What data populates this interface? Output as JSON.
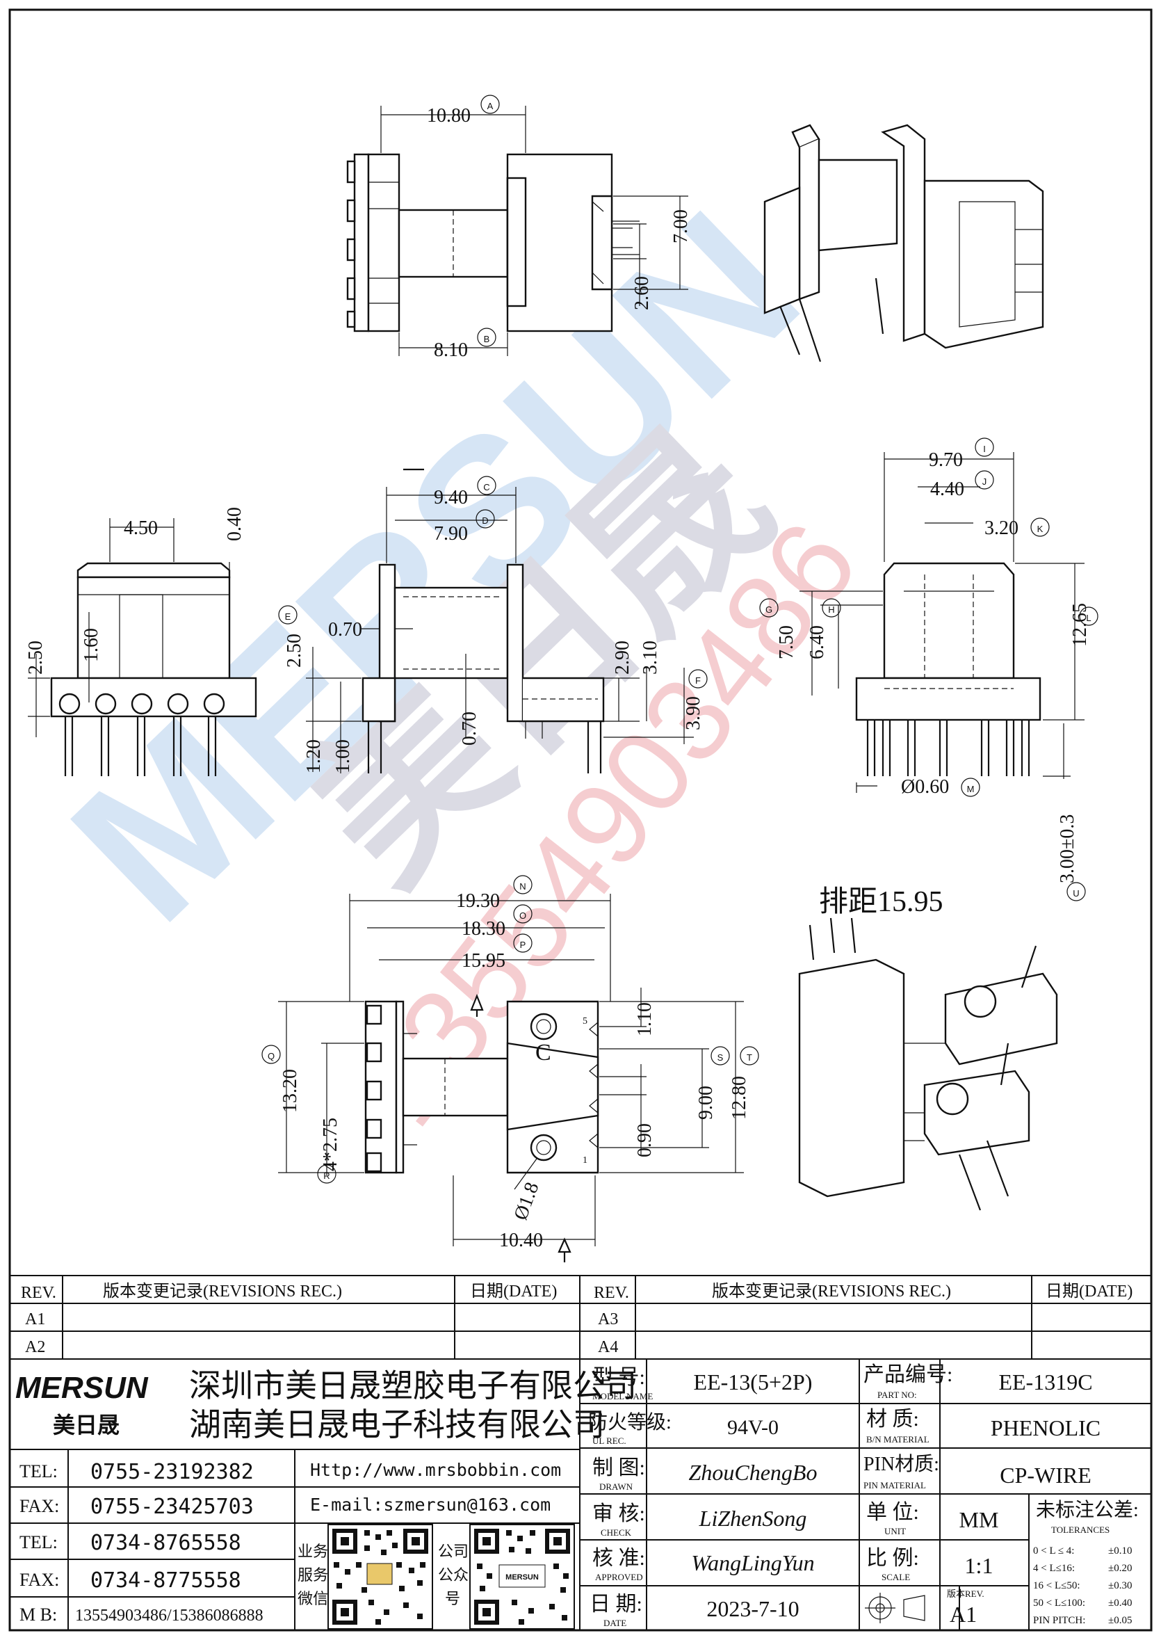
{
  "watermark": {
    "brand": "MERSUN",
    "brand_cn": "美日晟",
    "phone": "13554903486"
  },
  "top_view": {
    "dim_a": "10.80",
    "label_a": "A",
    "dim_b": "8.10",
    "label_b": "B",
    "dim_700": "7.00",
    "dim_260": "2.60"
  },
  "side_view": {
    "dim_450": "4.50",
    "dim_040": "0.40",
    "dim_250": "2.50",
    "dim_160": "1.60"
  },
  "front_view": {
    "dim_c": "9.40",
    "label_c": "C",
    "dim_d": "7.90",
    "label_d": "D",
    "dim_e": "2.50",
    "label_e": "E",
    "dim_070a": "0.70",
    "dim_070b": "0.70",
    "dim_290": "2.90",
    "dim_310": "3.10",
    "dim_390": "3.90",
    "label_f": "F",
    "dim_120": "1.20",
    "dim_100": "1.00"
  },
  "end_view": {
    "dim_i": "9.70",
    "label_i": "I",
    "dim_j": "4.40",
    "label_j": "J",
    "dim_k": "3.20",
    "label_k": "K",
    "label_g": "G",
    "dim_750": "7.50",
    "label_h": "H",
    "dim_640": "6.40",
    "dim_l": "12.65",
    "label_l": "L",
    "dim_m": "Ø0.60",
    "label_m": "M",
    "dim_u": "3.00±0.3",
    "label_u": "U"
  },
  "pitch_note": "排距15.95",
  "bottom_view": {
    "dim_n": "19.30",
    "label_n": "N",
    "dim_o": "18.30",
    "label_o": "O",
    "dim_p": "15.95",
    "label_p": "P",
    "dim_q": "13.20",
    "label_q": "Q",
    "dim_r": "4*2.75",
    "label_r": "R",
    "dim_110": "1.10",
    "dim_s": "9.00",
    "label_s": "S",
    "dim_t": "12.80",
    "label_t": "T",
    "dim_090": "0.90",
    "dim_18": "Ø1.8",
    "dim_1040": "10.40",
    "pin5": "5",
    "pin1": "1",
    "mark_c": "C"
  },
  "rev_left": {
    "rev_header": "REV.",
    "rec_header": "版本变更记录(REVISIONS REC.)",
    "date_header": "日期(DATE)",
    "rows": [
      "A1",
      "A2"
    ]
  },
  "rev_right": {
    "rev_header": "REV.",
    "rec_header": "版本变更记录(REVISIONS REC.)",
    "date_header": "日期(DATE)",
    "rows": [
      "A3",
      "A4"
    ]
  },
  "company": {
    "logo": "MERSUN",
    "logo_cn": "美日晟",
    "name1": "深圳市美日晟塑胶电子有限公司",
    "name2": "湖南美日晟电子科技有限公司",
    "tel1_label": "TEL:",
    "tel1": "0755-23192382",
    "fax1_label": "FAX:",
    "fax1": "0755-23425703",
    "tel2_label": "TEL:",
    "tel2": "0734-8765558",
    "fax2_label": "FAX:",
    "fax2": "0734-8775558",
    "mb_label": "M B:",
    "mb": "13554903486/15386086888",
    "web": "Http://www.mrsbobbin.com",
    "email": "E-mail:szmersun@163.com",
    "qr1_label": [
      "业务",
      "服务",
      "微信"
    ],
    "qr2_label": [
      "公司",
      "公众",
      "号"
    ],
    "qr2_logo": "MERSUN"
  },
  "info": {
    "model_label": "型 号:",
    "model_label_en": "MODEL NAME",
    "model": "EE-13(5+2P)",
    "part_label": "产品编号:",
    "part_label_en": "PART NO:",
    "part": "EE-1319C",
    "ul_label": "防火等级:",
    "ul_label_en": "UL REC.",
    "ul": "94V-0",
    "mat_label": "材 质:",
    "mat_label_en": "B/N MATERIAL",
    "mat": "PHENOLIC",
    "drawn_label": "制 图:",
    "drawn_label_en": "DRAWN",
    "drawn": "ZhouChengBo",
    "pin_label": "PIN材质:",
    "pin_label_en": "PIN MATERIAL",
    "pin": "CP-WIRE",
    "check_label": "审 核:",
    "check_label_en": "CHECK",
    "check": "LiZhenSong",
    "unit_label": "单 位:",
    "unit_label_en": "UNIT",
    "unit": "MM",
    "tol_label": "未标注公差:",
    "tol_label_en": "TOLERANCES",
    "approved_label": "核 准:",
    "approved_label_en": "APPROVED",
    "approved": "WangLingYun",
    "scale_label": "比 例:",
    "scale_label_en": "SCALE",
    "scale": "1:1",
    "date_label": "日 期:",
    "date_label_en": "DATE",
    "date": "2023-7-10",
    "ver_label": "版本REV.",
    "ver": "A1",
    "tolerances": [
      {
        "range": "0 < L ≤ 4:",
        "value": "±0.10"
      },
      {
        "range": "4 < L≤16:",
        "value": "±0.20"
      },
      {
        "range": "16 < L≤50:",
        "value": "±0.30"
      },
      {
        "range": "50 < L≤100:",
        "value": "±0.40"
      },
      {
        "range": "PIN PITCH:",
        "value": "±0.05"
      }
    ]
  }
}
